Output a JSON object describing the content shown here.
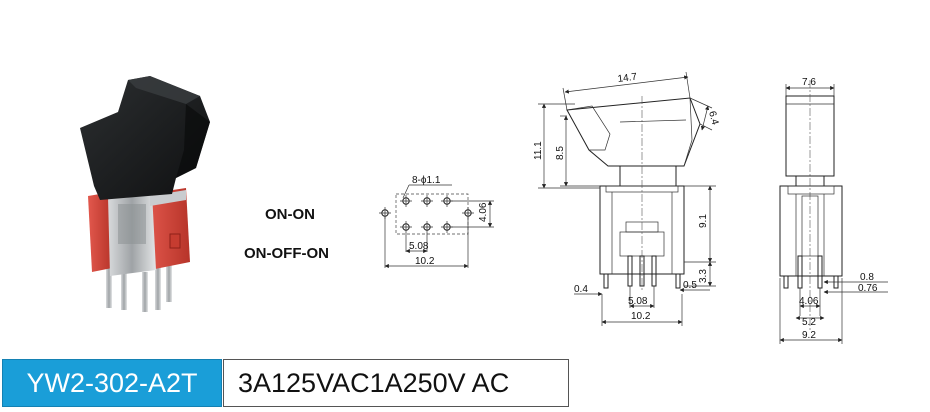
{
  "model": "YW2-302-A2T",
  "rating": "3A125VAC1A250V AC",
  "modes": [
    "ON-ON",
    "ON-OFF-ON"
  ],
  "footprint": {
    "hole_label": "8-ϕ1.1",
    "pitch_x": "5.08",
    "overall_x": "10.2",
    "pitch_y": "4.06"
  },
  "front_view": {
    "top_width": "14.7",
    "overall_height": "11.1",
    "rocker_height": "8.5",
    "rocker_offset": "6.4",
    "body_height": "9.1",
    "pin_length": "3.3",
    "left_pin_offset": "0.4",
    "right_pin_offset": "0.5",
    "pin_pitch": "5.08",
    "body_width": "10.2"
  },
  "side_view": {
    "top_width": "7.6",
    "pin_width": "0.8",
    "pin_thickness": "0.76",
    "pin_pitch": "4.06",
    "inner_width": "5.2",
    "body_width": "9.2"
  },
  "colors": {
    "banner_blue": "#1a9ed8",
    "actuator_black": "#1d1f20",
    "housing_red": "#d2443a",
    "metal": "#b9bcbf"
  }
}
